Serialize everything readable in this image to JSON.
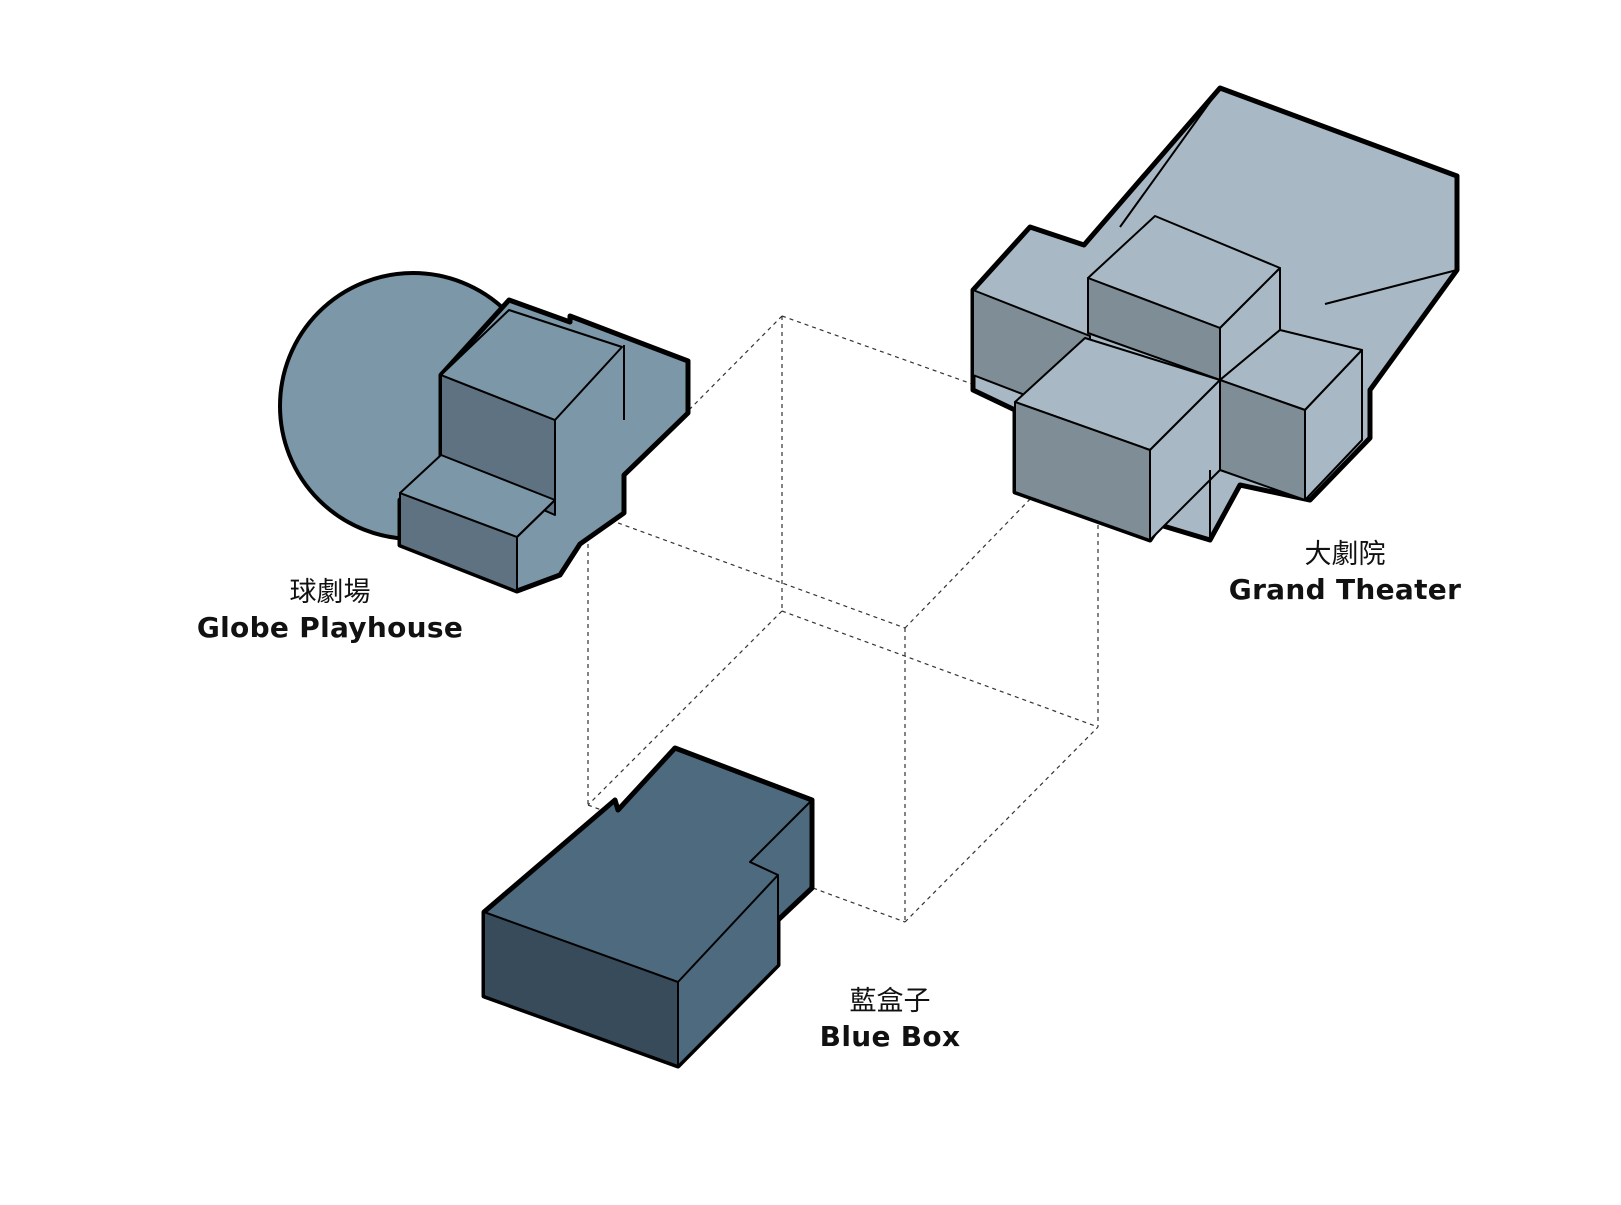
{
  "diagram": {
    "labels": {
      "globe_playhouse": {
        "zh": "球劇場",
        "en": "Globe Playhouse"
      },
      "grand_theater": {
        "zh": "大劇院",
        "en": "Grand Theater"
      },
      "blue_box": {
        "zh": "藍盒子",
        "en": "Blue Box"
      }
    },
    "colors": {
      "globe_playhouse": {
        "light": "#7b97a8",
        "mid": "#7b97a8",
        "dark": "#5e7282"
      },
      "grand_theater": {
        "light": "#a8b9c5",
        "mid": "#a8b9c5",
        "dark": "#7f8d96"
      },
      "blue_box": {
        "light": "#4d6a7e",
        "mid": "#4d6a7e",
        "dark": "#374b5a"
      },
      "frame": "#333333"
    }
  }
}
